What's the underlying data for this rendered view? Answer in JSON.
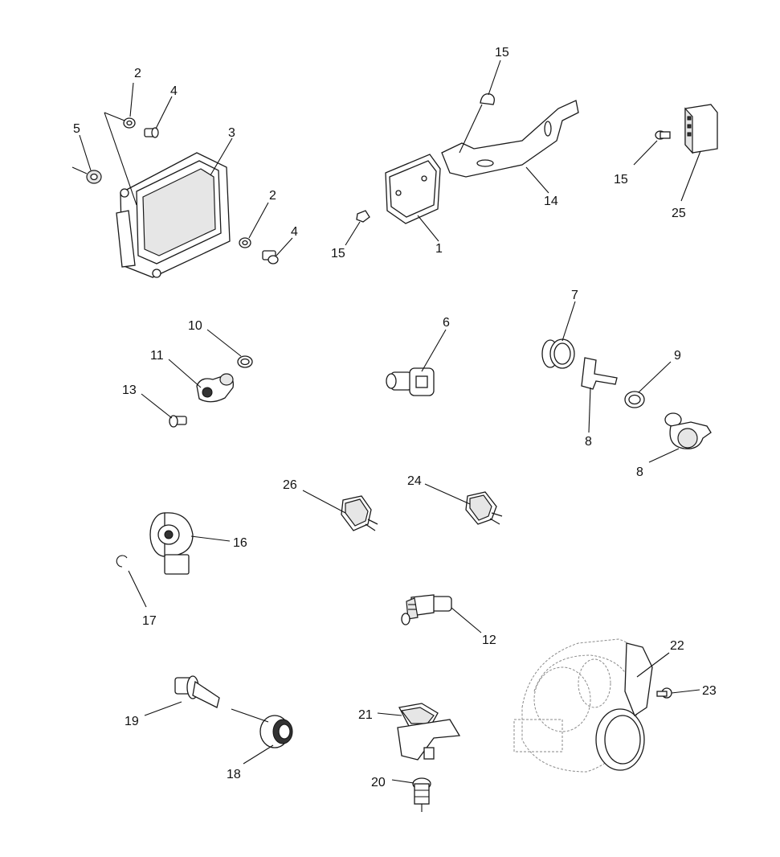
{
  "callouts": [
    {
      "id": "c1",
      "text": "1"
    },
    {
      "id": "c2a",
      "text": "2"
    },
    {
      "id": "c2b",
      "text": "2"
    },
    {
      "id": "c3",
      "text": "3"
    },
    {
      "id": "c4a",
      "text": "4"
    },
    {
      "id": "c4b",
      "text": "4"
    },
    {
      "id": "c5",
      "text": "5"
    },
    {
      "id": "c6",
      "text": "6"
    },
    {
      "id": "c7",
      "text": "7"
    },
    {
      "id": "c8a",
      "text": "8"
    },
    {
      "id": "c8b",
      "text": "8"
    },
    {
      "id": "c9",
      "text": "9"
    },
    {
      "id": "c10",
      "text": "10"
    },
    {
      "id": "c11",
      "text": "11"
    },
    {
      "id": "c12",
      "text": "12"
    },
    {
      "id": "c13",
      "text": "13"
    },
    {
      "id": "c14",
      "text": "14"
    },
    {
      "id": "c15a",
      "text": "15"
    },
    {
      "id": "c15b",
      "text": "15"
    },
    {
      "id": "c15c",
      "text": "15"
    },
    {
      "id": "c16",
      "text": "16"
    },
    {
      "id": "c17",
      "text": "17"
    },
    {
      "id": "c18",
      "text": "18"
    },
    {
      "id": "c19",
      "text": "19"
    },
    {
      "id": "c20",
      "text": "20"
    },
    {
      "id": "c21",
      "text": "21"
    },
    {
      "id": "c22",
      "text": "22"
    },
    {
      "id": "c23",
      "text": "23"
    },
    {
      "id": "c24",
      "text": "24"
    },
    {
      "id": "c25",
      "text": "25"
    },
    {
      "id": "c26",
      "text": "26"
    }
  ]
}
